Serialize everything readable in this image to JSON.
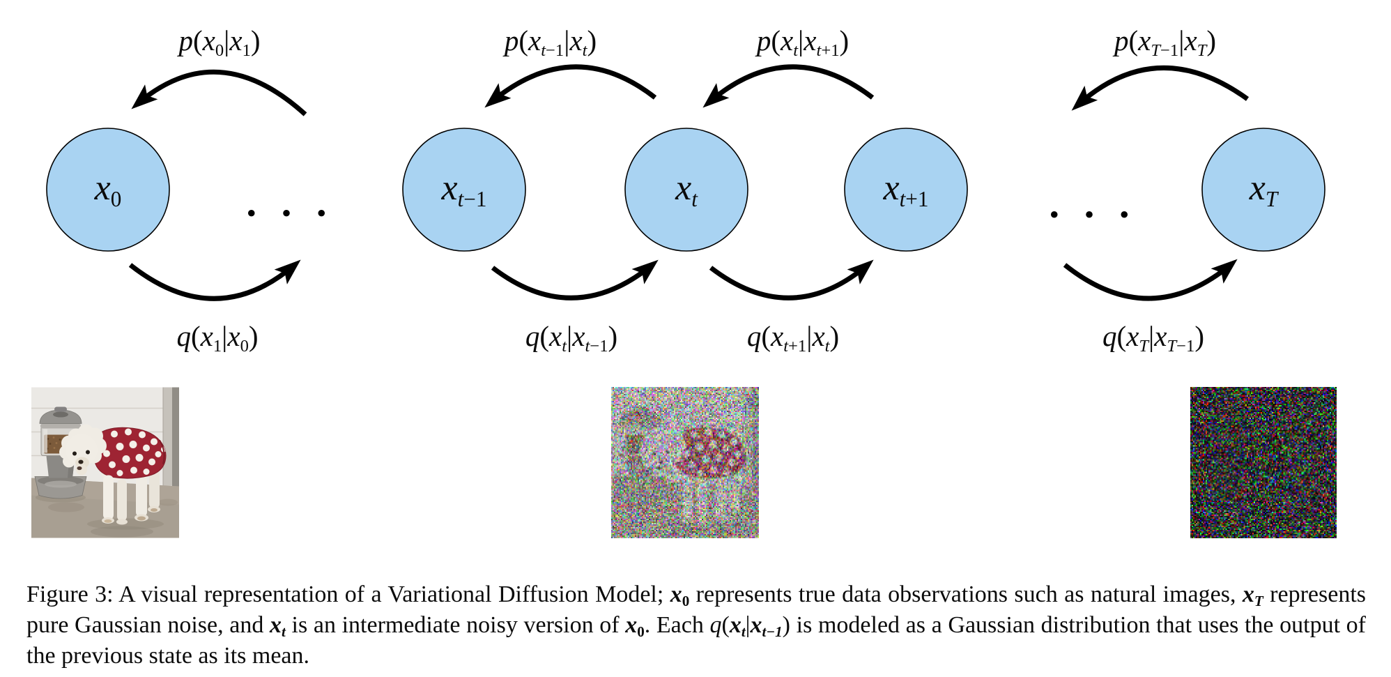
{
  "figure": {
    "node_fill": "#a9d3f2",
    "node_stroke": "#000000",
    "arrow_color": "#000000",
    "ellipsis": "•••",
    "nodes": [
      {
        "name": "x0",
        "label": [
          {
            "t": "x",
            "s": "i"
          },
          {
            "t": "0",
            "s": "d"
          }
        ]
      },
      {
        "name": "xt-1",
        "label": [
          {
            "t": "x",
            "s": "i"
          },
          {
            "t": "t",
            "s": "id"
          },
          {
            "t": "−1",
            "s": "d"
          }
        ]
      },
      {
        "name": "xt",
        "label": [
          {
            "t": "x",
            "s": "i"
          },
          {
            "t": "t",
            "s": "id"
          }
        ]
      },
      {
        "name": "xt+1",
        "label": [
          {
            "t": "x",
            "s": "i"
          },
          {
            "t": "t",
            "s": "id"
          },
          {
            "t": "+1",
            "s": "d"
          }
        ]
      },
      {
        "name": "xT",
        "label": [
          {
            "t": "x",
            "s": "i"
          },
          {
            "t": "T",
            "s": "id"
          }
        ]
      }
    ],
    "top_edge_labels": [
      [
        {
          "t": "p",
          "s": "i"
        },
        {
          "t": "(",
          "s": "n"
        },
        {
          "t": "x",
          "s": "i"
        },
        {
          "t": "0",
          "s": "d"
        },
        {
          "t": "|",
          "s": "n"
        },
        {
          "t": "x",
          "s": "i"
        },
        {
          "t": "1",
          "s": "d"
        },
        {
          "t": ")",
          "s": "n"
        }
      ],
      [
        {
          "t": "p",
          "s": "i"
        },
        {
          "t": "(",
          "s": "n"
        },
        {
          "t": "x",
          "s": "i"
        },
        {
          "t": "t",
          "s": "id"
        },
        {
          "t": "−1",
          "s": "d"
        },
        {
          "t": "|",
          "s": "n"
        },
        {
          "t": "x",
          "s": "i"
        },
        {
          "t": "t",
          "s": "id"
        },
        {
          "t": ")",
          "s": "n"
        }
      ],
      [
        {
          "t": "p",
          "s": "i"
        },
        {
          "t": "(",
          "s": "n"
        },
        {
          "t": "x",
          "s": "i"
        },
        {
          "t": "t",
          "s": "id"
        },
        {
          "t": "|",
          "s": "n"
        },
        {
          "t": "x",
          "s": "i"
        },
        {
          "t": "t",
          "s": "id"
        },
        {
          "t": "+1",
          "s": "d"
        },
        {
          "t": ")",
          "s": "n"
        }
      ],
      [
        {
          "t": "p",
          "s": "i"
        },
        {
          "t": "(",
          "s": "n"
        },
        {
          "t": "x",
          "s": "i"
        },
        {
          "t": "T",
          "s": "id"
        },
        {
          "t": "−1",
          "s": "d"
        },
        {
          "t": "|",
          "s": "n"
        },
        {
          "t": "x",
          "s": "i"
        },
        {
          "t": "T",
          "s": "id"
        },
        {
          "t": ")",
          "s": "n"
        }
      ]
    ],
    "bottom_edge_labels": [
      [
        {
          "t": "q",
          "s": "i"
        },
        {
          "t": "(",
          "s": "n"
        },
        {
          "t": "x",
          "s": "i"
        },
        {
          "t": "1",
          "s": "d"
        },
        {
          "t": "|",
          "s": "n"
        },
        {
          "t": "x",
          "s": "i"
        },
        {
          "t": "0",
          "s": "d"
        },
        {
          "t": ")",
          "s": "n"
        }
      ],
      [
        {
          "t": "q",
          "s": "i"
        },
        {
          "t": "(",
          "s": "n"
        },
        {
          "t": "x",
          "s": "i"
        },
        {
          "t": "t",
          "s": "id"
        },
        {
          "t": "|",
          "s": "n"
        },
        {
          "t": "x",
          "s": "i"
        },
        {
          "t": "t",
          "s": "id"
        },
        {
          "t": "−1",
          "s": "d"
        },
        {
          "t": ")",
          "s": "n"
        }
      ],
      [
        {
          "t": "q",
          "s": "i"
        },
        {
          "t": "(",
          "s": "n"
        },
        {
          "t": "x",
          "s": "i"
        },
        {
          "t": "t",
          "s": "id"
        },
        {
          "t": "+1",
          "s": "d"
        },
        {
          "t": "|",
          "s": "n"
        },
        {
          "t": "x",
          "s": "i"
        },
        {
          "t": "t",
          "s": "id"
        },
        {
          "t": ")",
          "s": "n"
        }
      ],
      [
        {
          "t": "q",
          "s": "i"
        },
        {
          "t": "(",
          "s": "n"
        },
        {
          "t": "x",
          "s": "i"
        },
        {
          "t": "T",
          "s": "id"
        },
        {
          "t": "|",
          "s": "n"
        },
        {
          "t": "x",
          "s": "i"
        },
        {
          "t": "T",
          "s": "id"
        },
        {
          "t": "−1",
          "s": "d"
        },
        {
          "t": ")",
          "s": "n"
        }
      ]
    ]
  },
  "images": [
    {
      "alt": "photo: small white poodle in a red polka-dot sweater beside a gray pet feeder"
    },
    {
      "alt": "noisy intermediate version of the dog photo"
    },
    {
      "alt": "pure Gaussian noise"
    }
  ],
  "caption": {
    "segments": [
      {
        "t": "Figure 3: A visual representation of a Variational Diffusion Model; ",
        "s": "n"
      },
      {
        "t": "x",
        "s": "bi"
      },
      {
        "t": "0",
        "s": "bd"
      },
      {
        "t": " represents true data observations such as natural images, ",
        "s": "n"
      },
      {
        "t": "x",
        "s": "bi"
      },
      {
        "t": "T",
        "s": "bid"
      },
      {
        "t": " represents pure Gaussian noise, and ",
        "s": "n"
      },
      {
        "t": "x",
        "s": "bi"
      },
      {
        "t": "t",
        "s": "bid"
      },
      {
        "t": " is an intermediate noisy version of ",
        "s": "n"
      },
      {
        "t": "x",
        "s": "bi"
      },
      {
        "t": "0",
        "s": "bd"
      },
      {
        "t": ". Each ",
        "s": "n"
      },
      {
        "t": "q",
        "s": "i"
      },
      {
        "t": "(",
        "s": "n"
      },
      {
        "t": "x",
        "s": "bi"
      },
      {
        "t": "t",
        "s": "bid"
      },
      {
        "t": "|",
        "s": "n"
      },
      {
        "t": "x",
        "s": "bi"
      },
      {
        "t": "t−1",
        "s": "bid"
      },
      {
        "t": ")",
        "s": "n"
      },
      {
        "t": " is modeled as a Gaussian distribution that uses the output of the previous state as its mean.",
        "s": "n"
      }
    ]
  }
}
